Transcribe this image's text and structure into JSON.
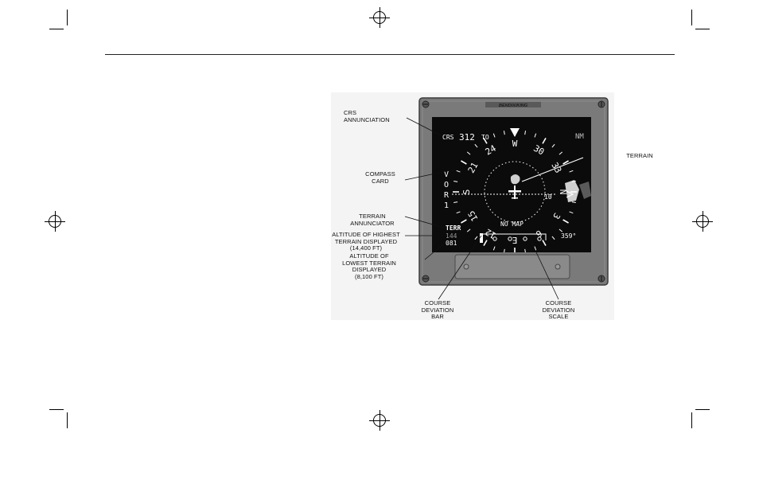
{
  "callouts": {
    "crs_annunciation": "CRS\nANNUNCIATION",
    "compass_card": "COMPASS\nCARD",
    "terrain_annunciator": "TERRAIN\nANNUNCIATOR",
    "altitude_highest": "ALTITUDE OF HIGHEST\nTERRAIN DISPLAYED\n(14,400 FT)",
    "altitude_lowest": "ALTITUDE OF\nLOWEST TERRAIN\nDISPLAYED\n(8,100 FT)",
    "course_deviation_bar": "COURSE\nDEVIATION\nBAR",
    "course_deviation_scale": "COURSE\nDEVIATION\nSCALE",
    "terrain": "TERRAIN"
  },
  "display": {
    "brand": "BENDIX/KING",
    "crs_label": "CRS",
    "crs_value": "312",
    "to_from": "TO",
    "range_unit": "NM",
    "heading_letter": "W",
    "nav_source": [
      "V",
      "O",
      "R",
      "1"
    ],
    "range_ring_value": "10",
    "no_map": "NO MAP",
    "terr_label": "TERR",
    "terr_high": "144",
    "terr_low": "081",
    "heading_readout": "359°",
    "compass_labels": [
      "24",
      "W",
      "30",
      "33",
      "N",
      "3",
      "6",
      "E",
      "12",
      "15",
      "S",
      "21"
    ]
  },
  "colors": {
    "bezel": "#6f6f6f",
    "screen": "#0b0b0b",
    "display_text": "#ffffff",
    "terrain_low": "#4a4a4a",
    "terrain_high": "#d9d9d9"
  }
}
